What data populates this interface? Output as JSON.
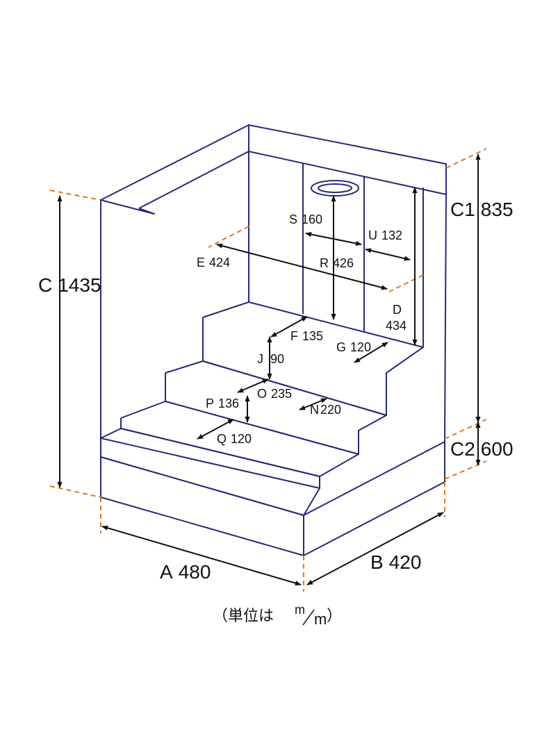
{
  "dimensions": {
    "A": {
      "letter": "A",
      "value": "480"
    },
    "B": {
      "letter": "B",
      "value": "420"
    },
    "C": {
      "letter": "C",
      "value": "1435"
    },
    "C1": {
      "letter": "C1",
      "value": "835"
    },
    "C2": {
      "letter": "C2",
      "value": "600"
    },
    "D": {
      "letter": "D",
      "value": "434"
    },
    "E": {
      "letter": "E",
      "value": "424"
    },
    "F": {
      "letter": "F",
      "value": "135"
    },
    "G": {
      "letter": "G",
      "value": "120"
    },
    "J": {
      "letter": "J",
      "value": "90"
    },
    "N": {
      "letter": "N",
      "value": "220"
    },
    "O": {
      "letter": "O",
      "value": "235"
    },
    "P": {
      "letter": "P",
      "value": "136"
    },
    "Q": {
      "letter": "Q",
      "value": "120"
    },
    "R": {
      "letter": "R",
      "value": "426"
    },
    "S": {
      "letter": "S",
      "value": "160"
    },
    "U": {
      "letter": "U",
      "value": "132"
    }
  },
  "unit_note": {
    "open": "（単位は",
    "numerator": "m",
    "denominator": "m",
    "close": "）"
  },
  "colors": {
    "outline": "#242a78",
    "dimension": "#111111",
    "extension": "#e07a1f"
  }
}
